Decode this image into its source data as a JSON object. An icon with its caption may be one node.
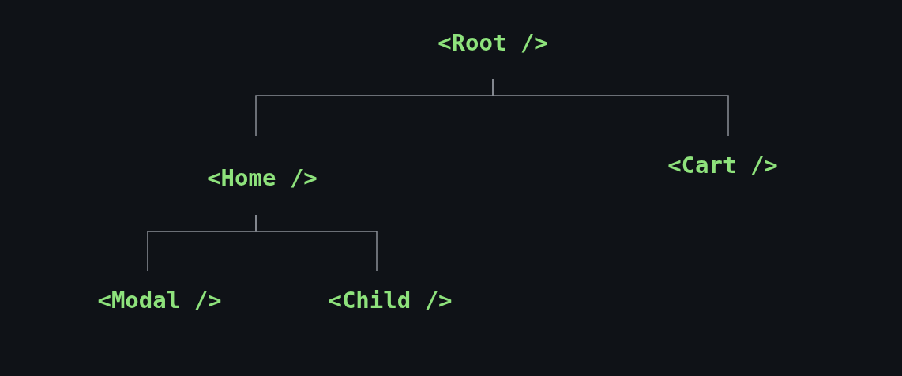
{
  "diagram": {
    "nodes": [
      {
        "text": [
          "<Root />"
        ]
      },
      {
        "text": [
          "<Home />"
        ]
      },
      {
        "text": [
          "<Cart />"
        ]
      },
      {
        "text": [
          "<Modal />"
        ]
      },
      {
        "text": [
          "<Child />"
        ]
      }
    ],
    "edges": [
      {
        "from": 0,
        "to": 1,
        "arrow": "none"
      },
      {
        "from": 0,
        "to": 2,
        "arrow": "none"
      },
      {
        "from": 1,
        "to": 3,
        "arrow": "none"
      },
      {
        "from": 1,
        "to": 4,
        "arrow": "none"
      }
    ]
  }
}
